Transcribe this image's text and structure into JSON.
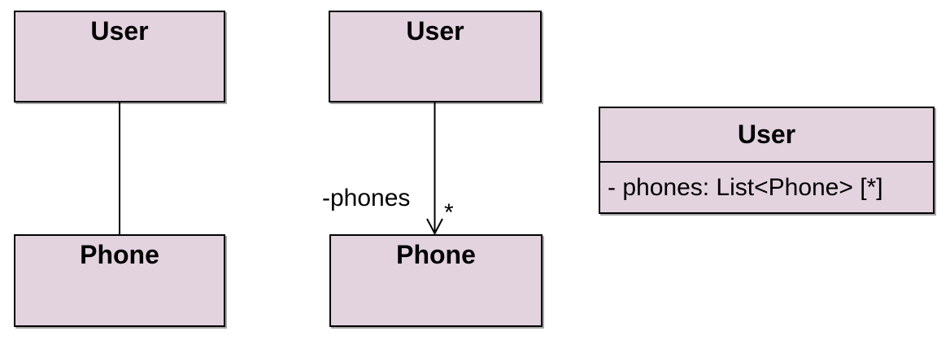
{
  "colors": {
    "background": "#ffffff",
    "class_fill": "#e2d3df",
    "class_border": "#000000",
    "connector": "#000000",
    "text": "#000000"
  },
  "panels": {
    "plain_association": {
      "top_class": {
        "name": "User"
      },
      "bottom_class": {
        "name": "Phone"
      }
    },
    "directed_association": {
      "top_class": {
        "name": "User"
      },
      "bottom_class": {
        "name": "Phone"
      },
      "role_label": "-phones",
      "multiplicity": "*"
    },
    "attribute_form": {
      "class_name": "User",
      "attributes": [
        "- phones: List<Phone> [*]"
      ]
    }
  }
}
